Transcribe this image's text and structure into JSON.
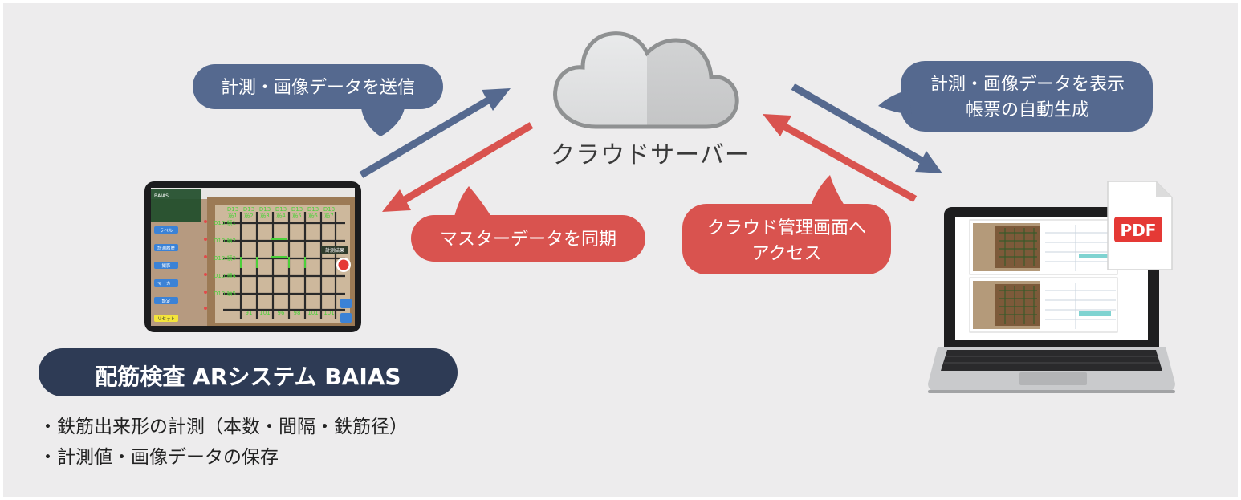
{
  "diagram": {
    "cloud": {
      "label": "クラウドサーバー"
    },
    "bubbles": {
      "send": "計測・画像データを送信",
      "sync": "マスターデータを同期",
      "access_line1": "クラウド管理画面へ",
      "access_line2": "アクセス",
      "display_line1": "計測・画像データを表示",
      "display_line2": "帳票の自動生成"
    },
    "system": {
      "title": "配筋検査 ARシステム BAIAS",
      "features": [
        "・鉄筋出来形の計測（本数・間隔・鉄筋径）",
        "・計測値・画像データの保存"
      ]
    },
    "pdf_icon": {
      "label": "PDF"
    },
    "tablet_screen": {
      "header_label": "BAIAS",
      "top_labels": [
        "D13 筋1",
        "D13 筋2",
        "D13 筋3",
        "D13 筋4",
        "D13 筋5",
        "D13 筋6",
        "D13 筋7"
      ],
      "left_labels": [
        "D10 横1",
        "D10 横2",
        "D10 横3",
        "D10 横4",
        "D10 横5"
      ],
      "bottom_labels": [
        "91",
        "101",
        "96",
        "98",
        "101",
        "101"
      ],
      "side_buttons": [
        "ラベル",
        "計測履歴",
        "撮影",
        "マーカー",
        "設定",
        "リセット"
      ],
      "record_label": "計測結果"
    },
    "colors": {
      "background": "#edeced",
      "blue": "#55698f",
      "red": "#d9534f",
      "dark_navy": "#2e3b55",
      "green_label": "#4cd13a"
    }
  }
}
